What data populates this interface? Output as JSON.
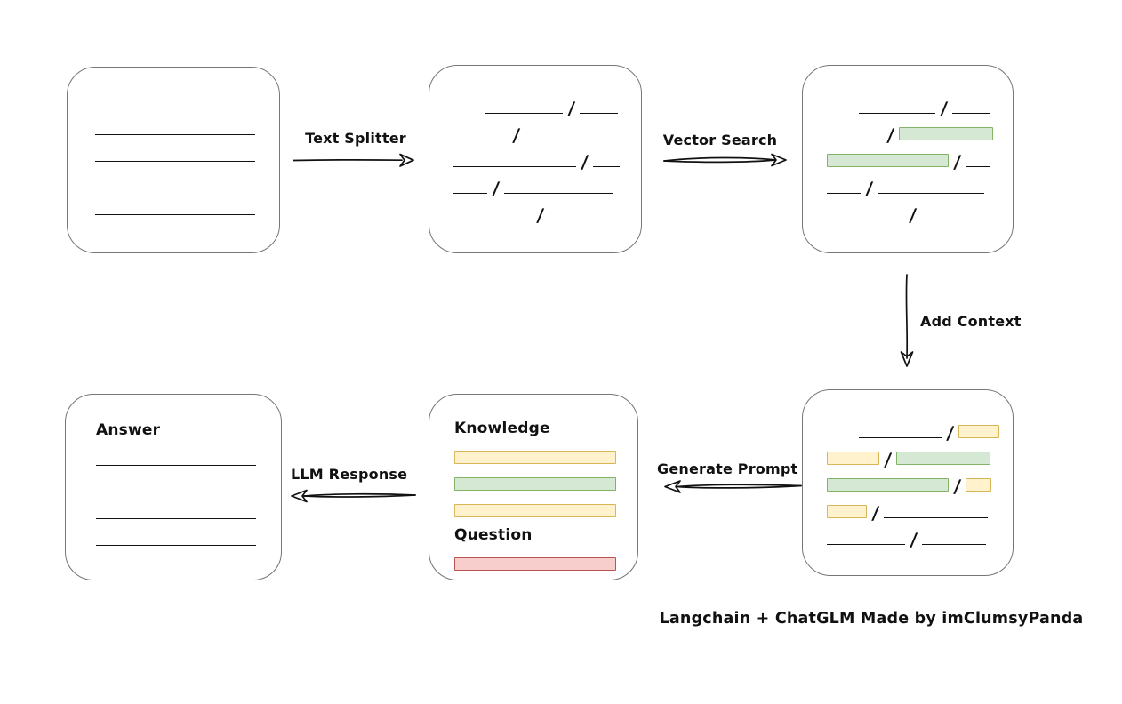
{
  "credit": "Langchain + ChatGLM Made by imClumsyPanda",
  "colors": {
    "chip_yellow_fill": "#fff2cc",
    "chip_yellow_border": "#d6b656",
    "chip_green_fill": "#d5e8d4",
    "chip_green_border": "#82b366",
    "chip_red_fill": "#f8cecc",
    "chip_red_border": "#b85450",
    "stroke": "#111111",
    "box_border": "#767676"
  },
  "arrows": {
    "text_splitter": {
      "label": "Text Splitter"
    },
    "vector_search": {
      "label": "Vector Search"
    },
    "add_context": {
      "label": "Add Context"
    },
    "generate_prompt": {
      "label": "Generate Prompt"
    },
    "llm_response": {
      "label": "LLM Response"
    }
  },
  "boxes": {
    "document": {
      "rows": [
        [
          {
            "t": "gap",
            "w": 32
          },
          {
            "t": "line",
            "w": 148
          }
        ],
        [
          {
            "t": "line",
            "w": 180
          }
        ],
        [
          {
            "t": "line",
            "w": 180
          }
        ],
        [
          {
            "t": "line",
            "w": 180
          }
        ],
        [
          {
            "t": "line",
            "w": 180
          }
        ]
      ]
    },
    "chunks": {
      "rows": [
        [
          {
            "t": "gap",
            "w": 30
          },
          {
            "t": "line",
            "w": 87
          },
          {
            "t": "slash"
          },
          {
            "t": "line",
            "w": 43
          }
        ],
        [
          {
            "t": "line",
            "w": 61
          },
          {
            "t": "slash"
          },
          {
            "t": "line",
            "w": 106
          }
        ],
        [
          {
            "t": "line",
            "w": 138
          },
          {
            "t": "slash"
          },
          {
            "t": "line",
            "w": 30
          }
        ],
        [
          {
            "t": "line",
            "w": 38
          },
          {
            "t": "slash"
          },
          {
            "t": "line",
            "w": 122
          }
        ],
        [
          {
            "t": "line",
            "w": 88
          },
          {
            "t": "slash"
          },
          {
            "t": "line",
            "w": 73
          }
        ]
      ]
    },
    "retrieved": {
      "rows": [
        [
          {
            "t": "gap",
            "w": 30
          },
          {
            "t": "line",
            "w": 86
          },
          {
            "t": "slash"
          },
          {
            "t": "line",
            "w": 43
          }
        ],
        [
          {
            "t": "line",
            "w": 62
          },
          {
            "t": "slash"
          },
          {
            "t": "chip",
            "c": "green",
            "w": 104
          }
        ],
        [
          {
            "t": "chip",
            "c": "green",
            "w": 135
          },
          {
            "t": "slash"
          },
          {
            "t": "line",
            "w": 27
          }
        ],
        [
          {
            "t": "line",
            "w": 38
          },
          {
            "t": "slash"
          },
          {
            "t": "line",
            "w": 120
          }
        ],
        [
          {
            "t": "line",
            "w": 87
          },
          {
            "t": "slash"
          },
          {
            "t": "line",
            "w": 72
          }
        ]
      ]
    },
    "context": {
      "rows": [
        [
          {
            "t": "gap",
            "w": 30
          },
          {
            "t": "line",
            "w": 93
          },
          {
            "t": "slash"
          },
          {
            "t": "chip",
            "c": "yellow",
            "w": 44
          }
        ],
        [
          {
            "t": "chip",
            "c": "yellow",
            "w": 57
          },
          {
            "t": "slash"
          },
          {
            "t": "chip",
            "c": "green",
            "w": 104
          }
        ],
        [
          {
            "t": "chip",
            "c": "green",
            "w": 135
          },
          {
            "t": "slash"
          },
          {
            "t": "chip",
            "c": "yellow",
            "w": 27
          }
        ],
        [
          {
            "t": "chip",
            "c": "yellow",
            "w": 43
          },
          {
            "t": "slash"
          },
          {
            "t": "line",
            "w": 117
          }
        ],
        [
          {
            "t": "line",
            "w": 88
          },
          {
            "t": "slash"
          },
          {
            "t": "line",
            "w": 72
          }
        ]
      ]
    },
    "prompt": {
      "rows": [
        [
          {
            "t": "heading",
            "text": "Knowledge"
          }
        ],
        [
          {
            "t": "chip",
            "c": "yellow",
            "w": 180
          }
        ],
        [
          {
            "t": "chip",
            "c": "green",
            "w": 180
          }
        ],
        [
          {
            "t": "chip",
            "c": "yellow",
            "w": 180
          }
        ],
        [
          {
            "t": "heading",
            "text": "Question"
          }
        ],
        [
          {
            "t": "chip",
            "c": "red",
            "w": 180
          }
        ]
      ]
    },
    "answer": {
      "rows": [
        [
          {
            "t": "heading",
            "text": "Answer"
          }
        ],
        [
          {
            "t": "line",
            "w": 180
          }
        ],
        [
          {
            "t": "line",
            "w": 180
          }
        ],
        [
          {
            "t": "line",
            "w": 180
          }
        ],
        [
          {
            "t": "line",
            "w": 180
          }
        ]
      ]
    }
  }
}
